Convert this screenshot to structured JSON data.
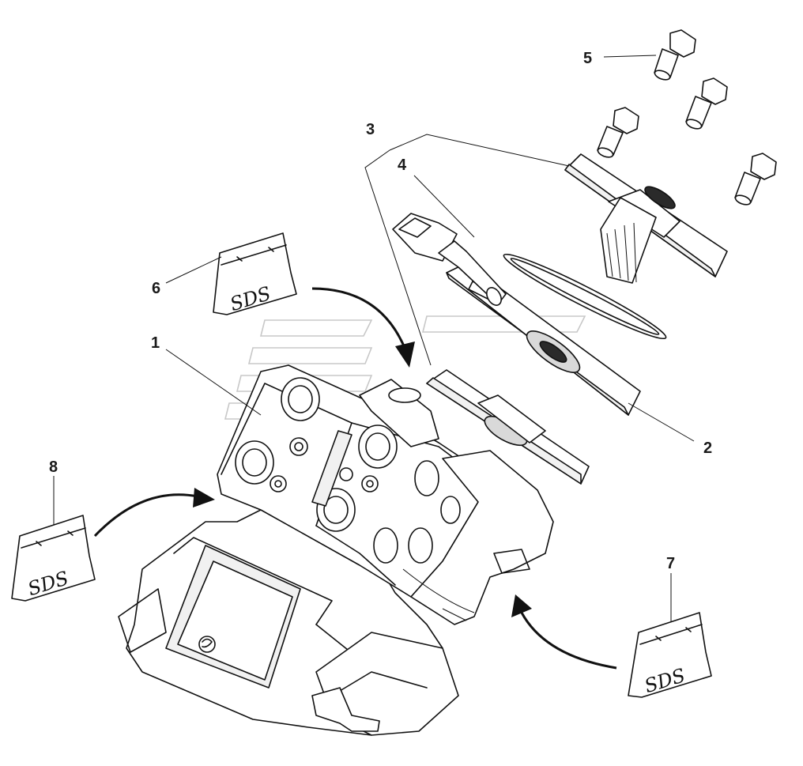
{
  "callouts": {
    "c1": "1",
    "c2": "2",
    "c3": "3",
    "c4": "4",
    "c5": "5",
    "c6": "6",
    "c7": "7",
    "c8": "8"
  },
  "colors": {
    "line": "#111111",
    "watermark": "#c8c8c8",
    "background": "#ffffff"
  }
}
